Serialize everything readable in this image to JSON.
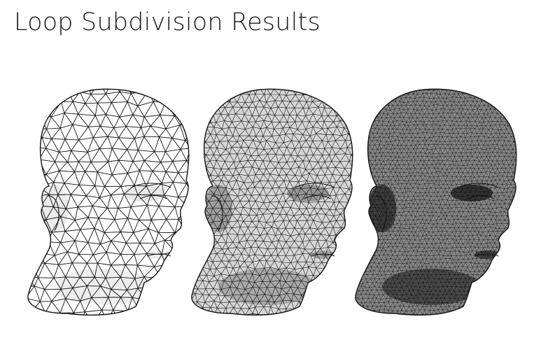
{
  "slide": {
    "title": "Loop Subdivision Results"
  },
  "figure": {
    "heads": [
      {
        "level": "coarse",
        "shading": "light",
        "icon": "wireframe-head-icon"
      },
      {
        "level": "medium",
        "shading": "medium",
        "icon": "wireframe-head-icon"
      },
      {
        "level": "fine",
        "shading": "dark",
        "icon": "wireframe-head-icon"
      }
    ],
    "colors": {
      "background": "#ffffff",
      "mesh": "#111111",
      "fill_light": "#ffffff",
      "fill_medium": "#d6d6d6",
      "fill_dark": "#8a8a8a"
    }
  }
}
